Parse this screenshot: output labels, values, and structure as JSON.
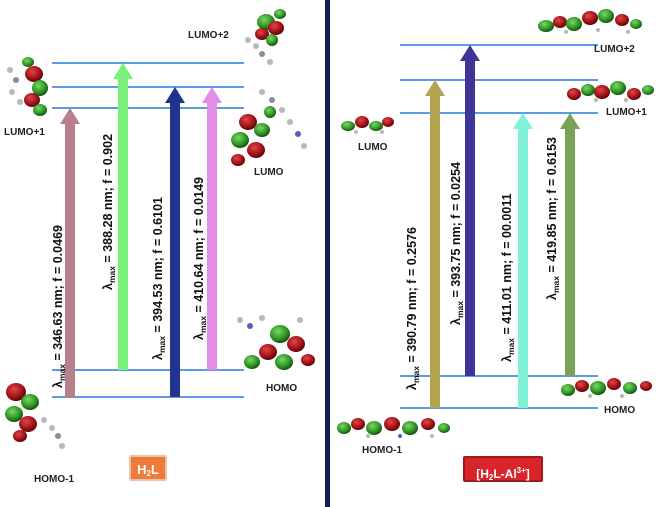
{
  "colors": {
    "level_line": "#5a9ae6",
    "divider": "#1a1a5a",
    "lobe_red": "#b01218",
    "lobe_green": "#2e9a24"
  },
  "panels": [
    {
      "id": "left",
      "badge": {
        "base": "H",
        "sub": "2",
        "rest": "L",
        "sup": ""
      },
      "orbitals": [
        {
          "name": "LUMO+2"
        },
        {
          "name": "LUMO+1"
        },
        {
          "name": "LUMO"
        },
        {
          "name": "HOMO"
        },
        {
          "name": "HOMO-1"
        }
      ],
      "transitions": [
        {
          "nm": "346.63",
          "f": "0.0469",
          "color": "#b87f8c"
        },
        {
          "nm": "388.28",
          "f": "0.902",
          "color": "#78f07a"
        },
        {
          "nm": "394.53",
          "f": "0.6101",
          "color": "#21338f"
        },
        {
          "nm": "410.64",
          "f": "0.0149",
          "color": "#e38ee6"
        }
      ]
    },
    {
      "id": "right",
      "badge": {
        "base": "[H",
        "sub": "2",
        "rest": "L-Al",
        "sup": "3+",
        "close": "]"
      },
      "orbitals": [
        {
          "name": "LUMO+2"
        },
        {
          "name": "LUMO+1"
        },
        {
          "name": "LUMO"
        },
        {
          "name": "HOMO"
        },
        {
          "name": "HOMO-1"
        }
      ],
      "transitions": [
        {
          "nm": "390.79",
          "f": "0.2576",
          "color": "#b2a34c"
        },
        {
          "nm": "393.75",
          "f": "0.0254",
          "color": "#3d3598"
        },
        {
          "nm": "411.01",
          "f": "00.0011",
          "color": "#80f2d8"
        },
        {
          "nm": "419.85",
          "f": "0.6153",
          "color": "#7aa355"
        }
      ]
    }
  ],
  "label_text": {
    "lambda": "λ",
    "subscript": "max",
    "eq": " = ",
    "nm_unit": " nm; f = "
  }
}
